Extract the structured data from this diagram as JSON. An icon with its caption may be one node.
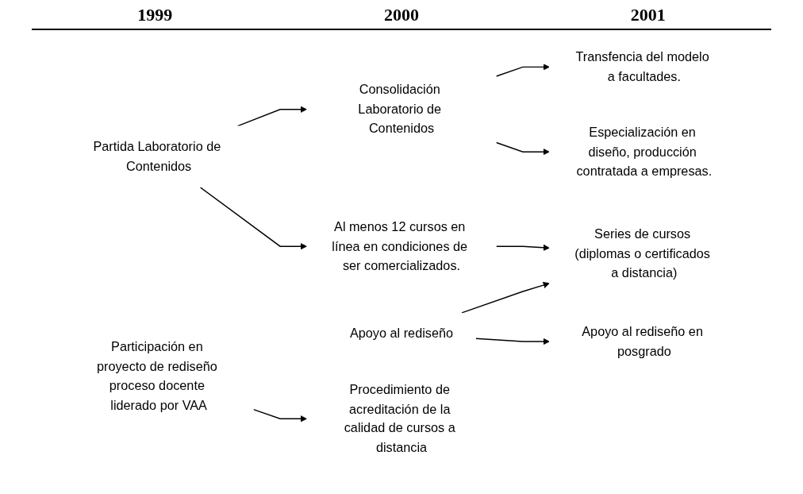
{
  "diagram": {
    "nodes": [
      {
        "text": [
          "Partida Laboratorio de Contenidos"
        ]
      },
      {
        "text": [
          "Participación en proyecto de rediseño proceso docente liderado por VAA"
        ]
      },
      {
        "text": [
          "Consolidación Laboratorio de Contenidos"
        ]
      },
      {
        "text": [
          "Al menos 12 cursos en línea en condiciones de ser comercializados."
        ]
      },
      {
        "text": [
          "Apoyo al rediseño"
        ]
      },
      {
        "text": [
          "Procedimiento de acreditación de la calidad de cursos a distancia"
        ]
      },
      {
        "text": [
          "Transfencia del modelo a facultades."
        ]
      },
      {
        "text": [
          "Especialización en diseño, producción contratada a empresas."
        ]
      },
      {
        "text": [
          "Series de cursos (diplomas o certificados a distancia)"
        ]
      },
      {
        "text": [
          "Apoyo al rediseño en posgrado"
        ]
      }
    ],
    "edges": [
      {
        "from": 0,
        "to": 2,
        "arrow": "to"
      },
      {
        "from": 0,
        "to": 3,
        "arrow": "to"
      },
      {
        "from": 1,
        "to": 5,
        "arrow": "to"
      },
      {
        "from": 2,
        "to": 6,
        "arrow": "to"
      },
      {
        "from": 2,
        "to": 7,
        "arrow": "to"
      },
      {
        "from": 3,
        "to": 8,
        "arrow": "to"
      },
      {
        "from": 4,
        "to": 8,
        "arrow": "to"
      },
      {
        "from": 4,
        "to": 9,
        "arrow": "to"
      }
    ],
    "labels": [
      "1999",
      "2000",
      "2001"
    ]
  }
}
